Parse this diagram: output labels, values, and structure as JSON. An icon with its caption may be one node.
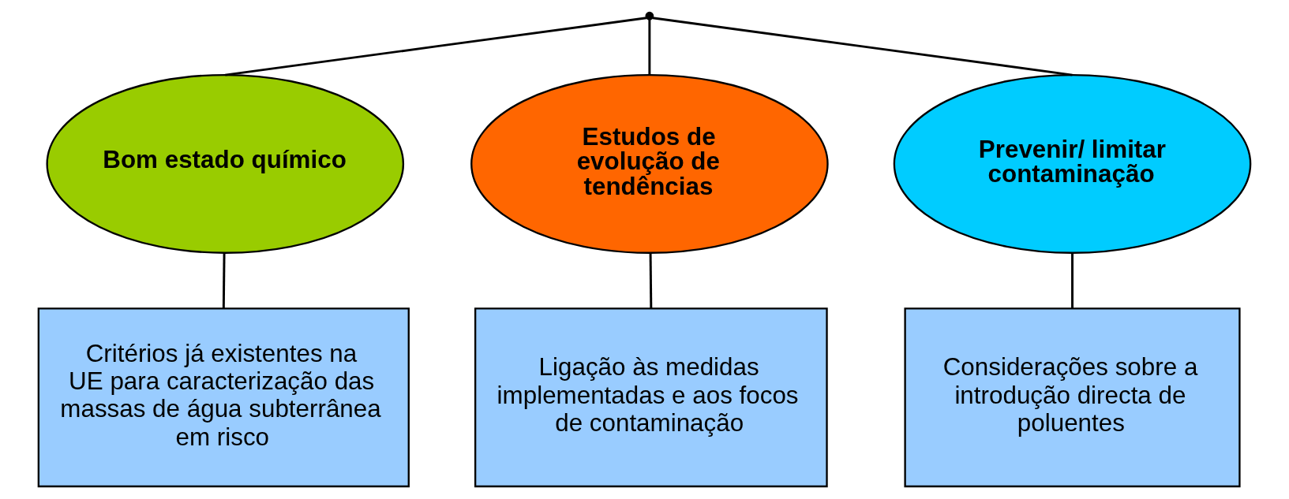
{
  "diagram": {
    "nodes": [
      {
        "text": [],
        "shape": "point"
      },
      {
        "text": [
          "Bom estado químico"
        ]
      },
      {
        "text": [
          "Estudos de evolução de tendências"
        ]
      },
      {
        "text": [
          "Prevenir/ limitar contaminação"
        ]
      },
      {
        "text": [
          "Critérios já existentes na UE para caracterização das massas de água subterrânea em risco"
        ]
      },
      {
        "text": [
          "Ligação às medidas implementadas e aos focos de contaminação"
        ]
      },
      {
        "text": [
          "Considerações sobre a introdução directa de poluentes"
        ]
      }
    ],
    "edges": [
      {
        "from": 0,
        "to": 1,
        "arrow": "none"
      },
      {
        "from": 0,
        "to": 2,
        "arrow": "none"
      },
      {
        "from": 0,
        "to": 3,
        "arrow": "none"
      },
      {
        "from": 1,
        "to": 4,
        "arrow": "none"
      },
      {
        "from": 2,
        "to": 5,
        "arrow": "none"
      },
      {
        "from": 3,
        "to": 6,
        "arrow": "none"
      }
    ]
  }
}
